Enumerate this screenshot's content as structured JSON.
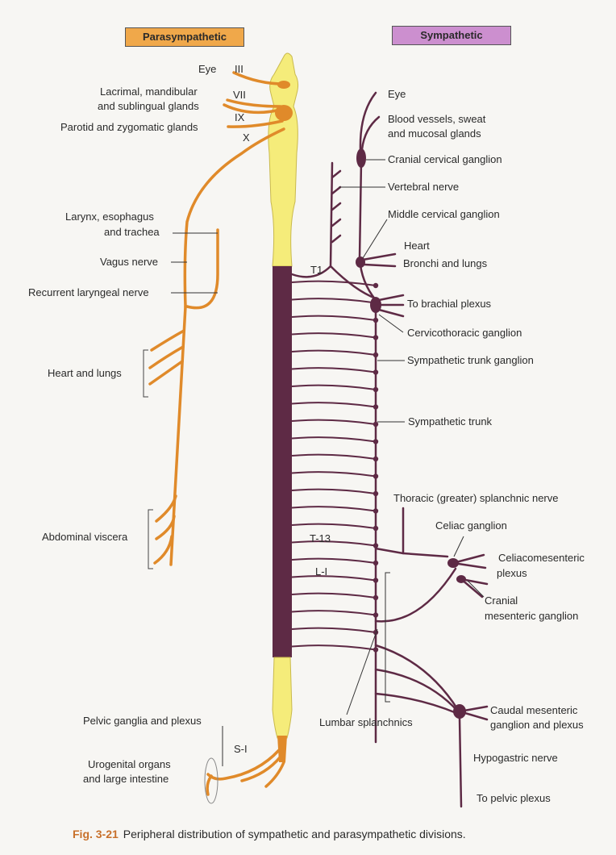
{
  "headers": {
    "parasympathetic": "Parasympathetic",
    "sympathetic": "Sympathetic"
  },
  "cranial_numerals": {
    "iii": "III",
    "vii": "VII",
    "ix": "IX",
    "x": "X"
  },
  "segment_labels": {
    "t1": "T1",
    "t13": "T-13",
    "l1": "L-I",
    "s1": "S-I"
  },
  "para_labels": {
    "eye": "Eye",
    "lacrimal_1": "Lacrimal, mandibular",
    "lacrimal_2": "and sublingual glands",
    "parotid": "Parotid and zygomatic glands",
    "larynx_1": "Larynx, esophagus",
    "larynx_2": "and trachea",
    "vagus": "Vagus nerve",
    "recurrent": "Recurrent laryngeal nerve",
    "heart_lungs": "Heart and lungs",
    "abdominal": "Abdominal viscera",
    "pelvic": "Pelvic ganglia and plexus",
    "urogenital_1": "Urogenital organs",
    "urogenital_2": "and large intestine"
  },
  "symp_labels": {
    "eye": "Eye",
    "blood_1": "Blood vessels, sweat",
    "blood_2": "and mucosal glands",
    "cranial_cervical": "Cranial cervical ganglion",
    "vertebral": "Vertebral nerve",
    "middle_cervical": "Middle cervical ganglion",
    "heart": "Heart",
    "bronchi": "Bronchi and lungs",
    "brachial": "To brachial plexus",
    "cervicothoracic": "Cervicothoracic ganglion",
    "trunk_ganglion": "Sympathetic trunk ganglion",
    "trunk": "Sympathetic trunk",
    "thoracic_splanchnic": "Thoracic (greater) splanchnic nerve",
    "celiac": "Celiac ganglion",
    "celiaco_1": "Celiacomesenteric",
    "celiaco_2": "plexus",
    "cranial_mes_1": "Cranial",
    "cranial_mes_2": "mesenteric ganglion",
    "lumbar": "Lumbar splanchnics",
    "caudal_1": "Caudal mesenteric",
    "caudal_2": "ganglion and plexus",
    "hypogastric": "Hypogastric nerve",
    "pelvic_plexus": "To pelvic plexus"
  },
  "caption": {
    "number": "Fig. 3-21",
    "text": "Peripheral distribution of sympathetic and parasympathetic divisions."
  },
  "colors": {
    "parasympathetic": "#e08a2a",
    "sympathetic": "#5e2a45",
    "cord_yellow": "#f5ec7a",
    "para_header_bg": "#f0a84a",
    "symp_header_bg": "#cc8fcf"
  }
}
